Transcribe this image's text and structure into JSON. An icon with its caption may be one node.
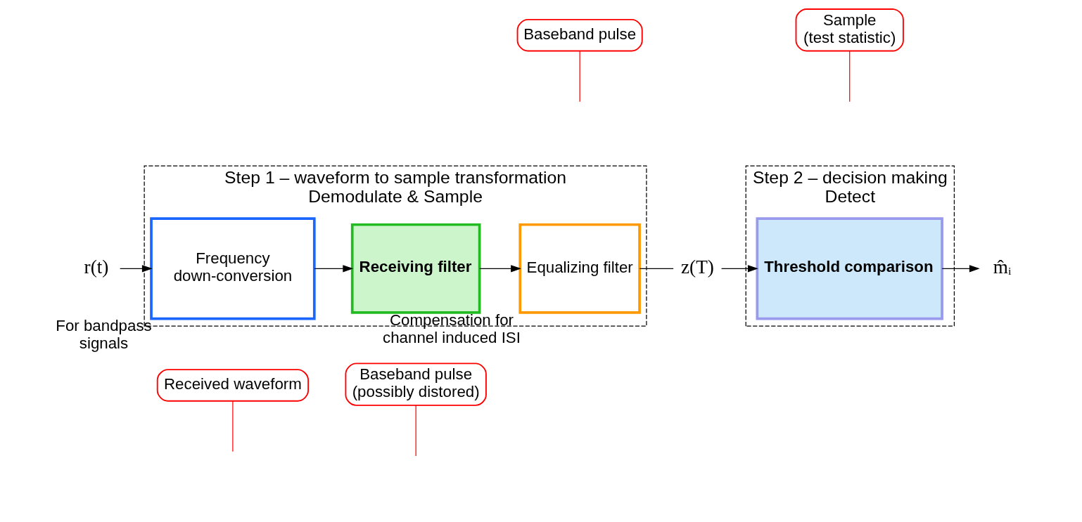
{
  "diagram": {
    "nodes": [
      {
        "text": [
          "Step 1 – waveform to sample transformation",
          "Demodulate & Sample"
        ]
      },
      {
        "text": [
          "Frequency down-conversion"
        ],
        "in": 0,
        "beside": [
          "For bandpass signals"
        ]
      },
      {
        "text": [
          "Receiving filter"
        ],
        "in": 0
      },
      {
        "text": [
          "Equalizing filter"
        ],
        "in": 0,
        "beside": [
          "Compensation for channel induced ISI"
        ]
      },
      {
        "text": [
          "Step 2 – decision making",
          "Detect"
        ]
      },
      {
        "text": [
          "Threshold comparison"
        ],
        "in": 4
      },
      {
        "text": [
          "r(t)"
        ]
      },
      {
        "text": [
          "z(T)"
        ]
      },
      {
        "text": [
          "m̂ᵢ"
        ]
      },
      {
        "text": [
          "Received waveform"
        ]
      },
      {
        "text": [
          "Baseband pulse (possibly distored)"
        ]
      },
      {
        "text": [
          "Baseband pulse"
        ]
      },
      {
        "text": [
          "Sample (test statistic)"
        ]
      }
    ],
    "edges": [
      {
        "from": 6,
        "to": 1,
        "arrow": "to"
      },
      {
        "from": 1,
        "to": 2,
        "arrow": "to"
      },
      {
        "from": 2,
        "to": 3,
        "arrow": "to"
      },
      {
        "from": 3,
        "to": 7,
        "arrow": "none"
      },
      {
        "from": 7,
        "to": 5,
        "arrow": "to"
      },
      {
        "from": 5,
        "to": 8,
        "arrow": "to"
      },
      {
        "from": 9,
        "to": null,
        "arrow": "none",
        "color": "#ff0000"
      },
      {
        "from": 10,
        "to": null,
        "arrow": "none",
        "color": "#ff0000"
      },
      {
        "from": 11,
        "to": null,
        "arrow": "none",
        "color": "#ff0000"
      },
      {
        "from": 12,
        "to": null,
        "arrow": "none",
        "color": "#ff0000"
      }
    ]
  }
}
